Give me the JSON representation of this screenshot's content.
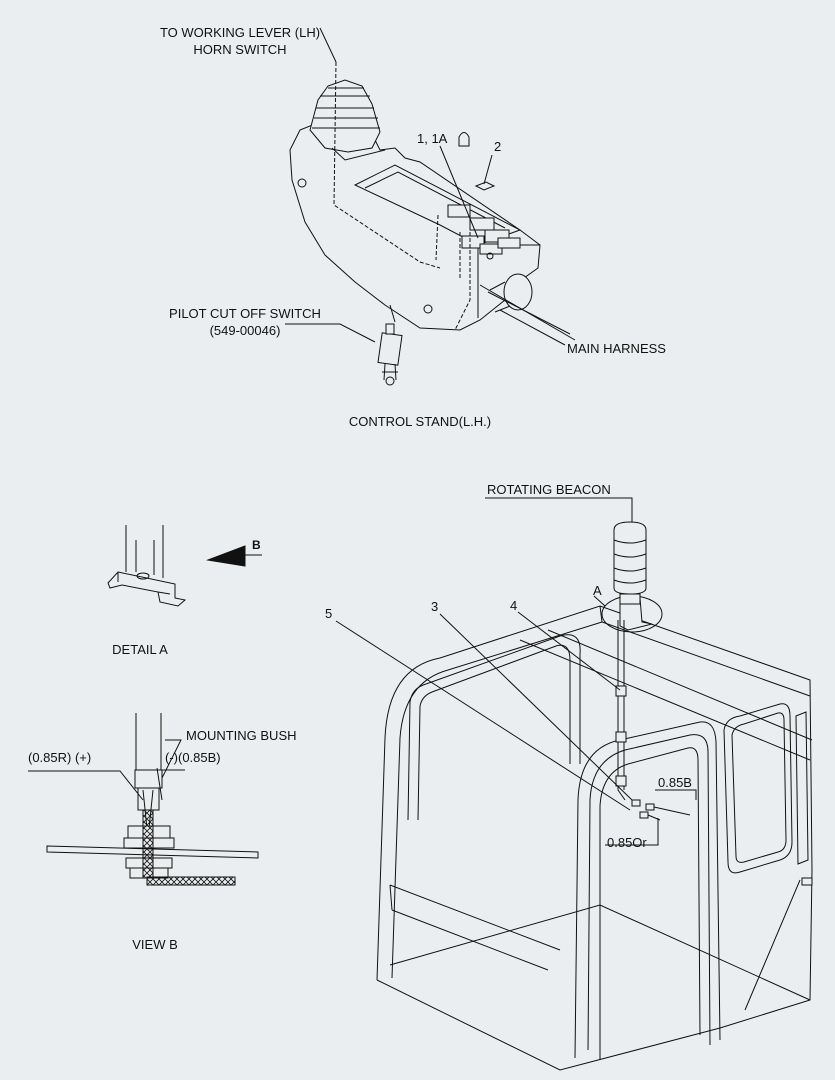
{
  "labels": {
    "to_working_lever_line1": "TO WORKING LEVER (LH)",
    "to_working_lever_line2": "HORN SWITCH",
    "part_1_1a": "1, 1A",
    "part_2": "2",
    "pilot_cut_off_line1": "PILOT CUT OFF SWITCH",
    "pilot_cut_off_line2": "(549-00046)",
    "main_harness": "MAIN HARNESS",
    "control_stand": "CONTROL STAND(L.H.)",
    "rotating_beacon": "ROTATING BEACON",
    "view_arrow_b": "B",
    "detail_a_marker": "A",
    "detail_a": "DETAIL  A",
    "part_5": "5",
    "part_3": "3",
    "part_4": "4",
    "mounting_bush": "MOUNTING BUSH",
    "wire_085r_plus": "(0.85R) (+)",
    "wire_minus_085b": "(-)(0.85B)",
    "wire_085b": "0.85B",
    "wire_085or": "0.85Or",
    "view_b": "VIEW  B"
  }
}
